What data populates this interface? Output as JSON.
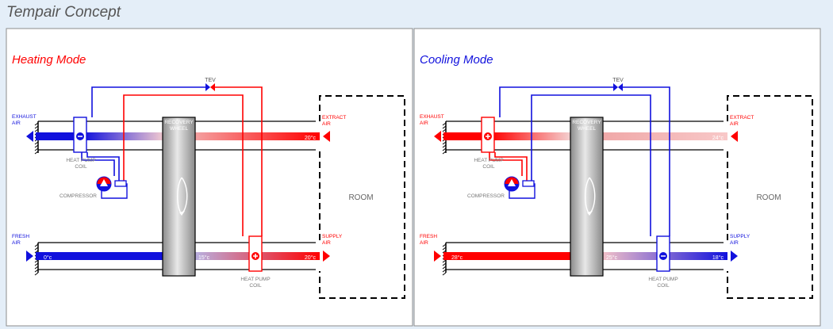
{
  "title": "Tempair Concept",
  "colors": {
    "heat": "#ff0000",
    "cool": "#1111dd",
    "page_bg": "#e4eef8",
    "wheel": "#b0b0b0"
  },
  "panels": [
    {
      "mode_label": "Heating Mode",
      "mode_color": "#ff0000",
      "tev": "TEV",
      "exhaust_air": [
        "EXHAUST",
        "AIR"
      ],
      "extract_air": [
        "EXTRACT",
        "AIR"
      ],
      "fresh_air": [
        "FRESH",
        "AIR"
      ],
      "supply_air": [
        "SUPPLY",
        "AIR"
      ],
      "recovery_wheel": [
        "RECOVERY",
        "WHEEL"
      ],
      "room": "ROOM",
      "compressor": "COMPRESSOR",
      "coil_top": [
        "HEAT PUMP",
        "COIL"
      ],
      "coil_bottom": [
        "HEAT PUMP",
        "COIL"
      ],
      "temp_extract": "20°c",
      "temp_fresh": "0°c",
      "temp_mid": "15°c",
      "temp_supply": "20°c",
      "coil_top_icon": "minus-icon",
      "coil_bottom_icon": "plus-icon"
    },
    {
      "mode_label": "Cooling Mode",
      "mode_color": "#1111dd",
      "tev": "TEV",
      "exhaust_air": [
        "EXHAUST",
        "AIR"
      ],
      "extract_air": [
        "EXTRACT",
        "AIR"
      ],
      "fresh_air": [
        "FRESH",
        "AIR"
      ],
      "supply_air": [
        "SUPPLY",
        "AIR"
      ],
      "recovery_wheel": [
        "RECOVERY",
        "WHEEL"
      ],
      "room": "ROOM",
      "compressor": "COMPRESSOR",
      "coil_top": [
        "HEAT PUMP",
        "COIL"
      ],
      "coil_bottom": [
        "HEAT PUMP",
        "COIL"
      ],
      "temp_extract": "24°c",
      "temp_fresh": "28°c",
      "temp_mid": "25°c",
      "temp_supply": "18°c",
      "coil_top_icon": "plus-icon",
      "coil_bottom_icon": "minus-icon"
    }
  ]
}
